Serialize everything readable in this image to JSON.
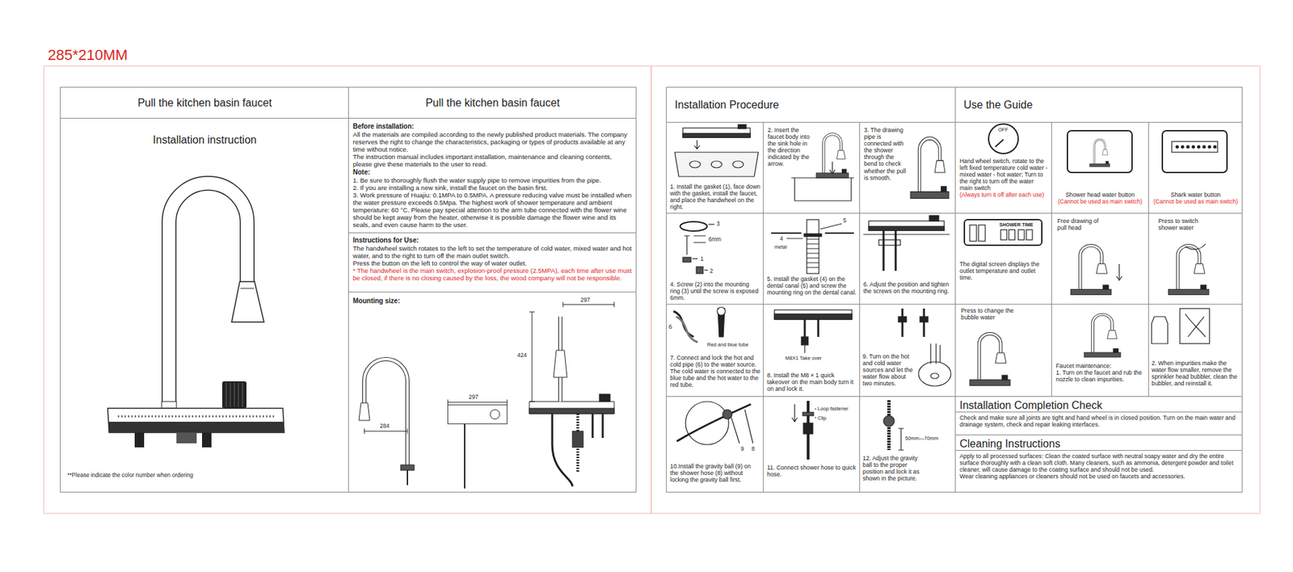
{
  "diagram": {
    "nodes": [
      {
        "text": [
          "Pull the kitchen basin faucet"
        ]
      },
      {
        "text": [
          "Pull the kitchen basin faucet"
        ]
      },
      {
        "text": [
          "Installation instruction",
          "**Please indicate the color number when ordering"
        ]
      },
      {
        "text": [
          "Before installation:",
          "All the materials are compiled according to the newly published product materials. The company reserves the right to change the characteristics, packaging or types of products available at any time without notice.",
          "The instruction manual includes important installation, maintenance and cleaning contents, please give these materials to the user to read.",
          "Note:",
          "1. Be sure to thoroughly flush the water supply pipe to remove impurities from the pipe.",
          "2. If you are installing a new sink, install the faucet on the basin first.",
          "3. Work pressure of Huajiu: 0.1MPA to 0.5MPA. A pressure reducing valve must be installed when the water pressure exceeds 0.5Mpa. The highest work of shower temperature and ambient temperature: 60 °C. Please pay special attention to the arm tube connected with the flower wine should be kept away from the heater, otherwise it is possible damage the flower wine and its seals, and even cause harm to the user."
        ]
      },
      {
        "text": [
          "Instructions for Use:",
          "The handwheel switch rotates to the left to set the temperature of cold water, mixed water and hot water, and to the right to turn off the main outlet switch.",
          "Press the button on the left to control the way of water outlet.",
          "* The handwheel is the main switch, explosion-proof pressure (2.5MPA), each time after use must be closed, if there is no closing caused by the loss, the wood company will not be responsible."
        ]
      },
      {
        "text": [
          "Mounting size:"
        ]
      },
      {
        "text": [
          "Installation Procedure"
        ]
      },
      {
        "text": [
          "Use the Guide"
        ]
      },
      {
        "text": [
          "1. Install the gasket (1), face down with the gasket, install the faucet, and place the handwheel on the right."
        ]
      },
      {
        "text": [
          "2. Insert the faucet body into the sink hole in the direction indicated by the arrow."
        ]
      },
      {
        "text": [
          "3. The drawing pipe is connected with the shower through the bend to check whether the pull is smooth."
        ]
      },
      {
        "text": [
          "4. Screw (2) into the mounting ring (3) until the screw is exposed 6mm."
        ]
      },
      {
        "text": [
          "5. Install the gasket (4) on the dental canal (5) and screw the mounting ring on the dental canal."
        ]
      },
      {
        "text": [
          "6. Adjust the position and tighten the screws on the mounting ring."
        ]
      },
      {
        "text": [
          "7. Connect and lock the hot and cold pipe (6) to the water source. The cold water is connected to the blue tube and the hot water to the red tube."
        ]
      },
      {
        "text": [
          "8. Install the M8 × 1 quick takeover on the main body turn it on and lock it."
        ]
      },
      {
        "text": [
          "9. Turn on the hot and cold water sources and let the water flow about two minutes."
        ]
      },
      {
        "text": [
          "10.Install the gravity ball (9) on the shower hose (8) without locking the gravity ball first."
        ]
      },
      {
        "text": [
          "11. Connect shower hose to quick hose."
        ]
      },
      {
        "text": [
          "12. Adjust the gravity ball to the proper position and lock it as shown in the picture."
        ]
      },
      {
        "text": [
          "Hand wheel switch, rotate to the left fixed temperature cold water - mixed water - hot water; Turn to the right to turn off the water main switch",
          "(Always turn it off after each use)"
        ]
      },
      {
        "text": [
          "Shower head water button",
          "(Cannot be used as main switch)"
        ]
      },
      {
        "text": [
          "Shark water button",
          "(Cannot be used as main switch)"
        ]
      },
      {
        "text": [
          "The digital screen displays the outlet temperature and outlet time."
        ]
      },
      {
        "text": [
          "Free drawing of pull head"
        ]
      },
      {
        "text": [
          "Press to switch shower water"
        ]
      },
      {
        "text": [
          "Press to change the bubble water"
        ]
      },
      {
        "text": [
          "Faucet maintenance:",
          "1. Turn on the faucet and rub the nozzle to clean impurities."
        ]
      },
      {
        "text": [
          "2. When impurities make the water flow smaller, remove the sprinkler head bubbler, clean the bubbler, and reinstall it."
        ]
      },
      {
        "text": [
          "Installation Completion Check",
          "Check and make sure all joints are tight and hand wheel is in closed position. Turn on the main water and drainage system, check and repair leaking interfaces."
        ]
      },
      {
        "text": [
          "Cleaning Instructions",
          "Apply to all processed surfaces: Clean the coated surface with neutral soapy water and dry the entire surface thoroughly with a clean soft cloth. Many cleaners, such as ammonia, detergent powder and toilet cleaner, will cause damage to the coating surface and should not be used.",
          "Wear cleaning appliances or cleaners should not be used on faucets and accessories."
        ]
      }
    ],
    "labels": [
      "285*210MM",
      "3",
      "6mm",
      "1",
      "2",
      "4",
      "5",
      "metal",
      "6",
      "Red and blue tube",
      "M8X1 Take over",
      "9",
      "8",
      "Loop fastener",
      "Clip",
      "50mm—70mm",
      "OFF",
      "SHOWER TIME",
      "284",
      "297",
      "424",
      "297"
    ]
  }
}
